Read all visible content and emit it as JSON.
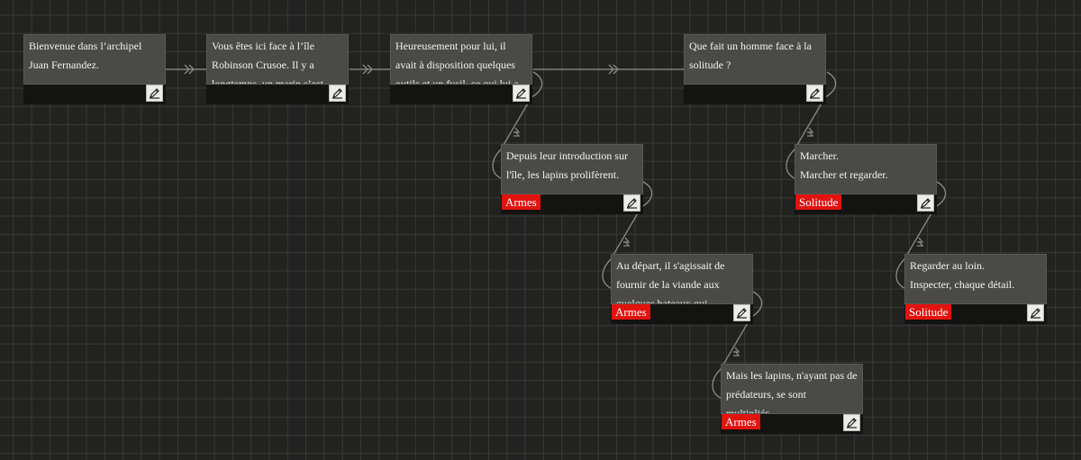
{
  "nodes": [
    {
      "id": "n1",
      "text": "Bienvenue dans l’archipel Juan Fernandez.",
      "tag": ""
    },
    {
      "id": "n2",
      "text": "Vous êtes ici face à l’île Robinson Crusoe. Il y a longtemps, un marin s’est retrouvé seul sur cette île, dans...",
      "tag": ""
    },
    {
      "id": "n3",
      "text": "Heureusement pour lui, il avait à disposition quelques outils et un fusil, ce qui lui a permis de survivre plus facilement.",
      "tag": ""
    },
    {
      "id": "n4",
      "text": "Que fait un homme face à la solitude ?",
      "tag": ""
    },
    {
      "id": "n5",
      "text": "Depuis leur introduction sur l'île, les lapins prolifèrent.",
      "tag": "Armes"
    },
    {
      "id": "n6",
      "text": "Marcher.\nMarcher et regarder.",
      "tag": "Solitude"
    },
    {
      "id": "n7",
      "text": "Au départ, il s'agissait de fournir de la viande aux quelques bateaux qui passaient, de temps en temps.",
      "tag": "Armes"
    },
    {
      "id": "n8",
      "text": "Regarder au loin.\nInspecter, chaque détail.",
      "tag": "Solitude"
    },
    {
      "id": "n9",
      "text": "Mais les lapins, n'ayant pas de prédateurs, se sont multipliés...",
      "tag": "Armes"
    }
  ],
  "edit_icon": "pencil-icon",
  "colors": {
    "background": "#222321",
    "grid": "#383a37",
    "node_body": "#4a4b47",
    "node_footer": "#131312",
    "tag": "#e2130f",
    "link": "#8a8b86"
  }
}
